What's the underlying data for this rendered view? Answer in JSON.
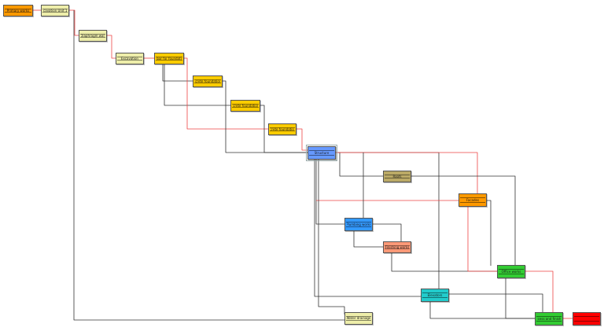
{
  "colors": {
    "orange": "#ff9900",
    "cream": "#eeeeaa",
    "yellow": "#ffcc00",
    "blue": "#6699ff",
    "khaki": "#bbaa66",
    "dodger": "#3399ff",
    "salmon": "#ff9977",
    "green": "#33cc33",
    "cyan": "#22cccc",
    "red": "#ff0000",
    "critical_link": "#ee4444",
    "normal_link": "#333333"
  },
  "nodes": [
    {
      "id": "preliminary",
      "label": "Primary works",
      "color": "orange"
    },
    {
      "id": "excavation",
      "label": "Excavation Unit 1 &",
      "color": "cream"
    },
    {
      "id": "diaphragm",
      "label": "Diaphragm wall",
      "color": "cream"
    },
    {
      "id": "excavation2",
      "label": "Excavation",
      "color": "cream"
    },
    {
      "id": "rebar",
      "label": "Rebar for foundation",
      "color": "yellow"
    },
    {
      "id": "concrete1",
      "label": "Concrete foundation P1",
      "color": "yellow"
    },
    {
      "id": "concrete2",
      "label": "Concrete foundation P2",
      "color": "yellow"
    },
    {
      "id": "concrete3",
      "label": "Concrete foundation P3",
      "color": "yellow"
    },
    {
      "id": "structure",
      "label": "Structure",
      "color": "blue"
    },
    {
      "id": "roofs",
      "label": "Roofs",
      "color": "khaki"
    },
    {
      "id": "facades",
      "label": "Facades",
      "color": "orange"
    },
    {
      "id": "plumbing",
      "label": "Plumbing works",
      "color": "dodger"
    },
    {
      "id": "finishing",
      "label": "Finishing works",
      "color": "salmon"
    },
    {
      "id": "office",
      "label": "Office works",
      "color": "green"
    },
    {
      "id": "elevators",
      "label": "Elevators",
      "color": "cyan"
    },
    {
      "id": "drainage",
      "label": "Water drainage",
      "color": "cream"
    },
    {
      "id": "success",
      "label": "Success and finishing",
      "color": "green"
    },
    {
      "id": "end",
      "label": "",
      "color": "red"
    }
  ]
}
